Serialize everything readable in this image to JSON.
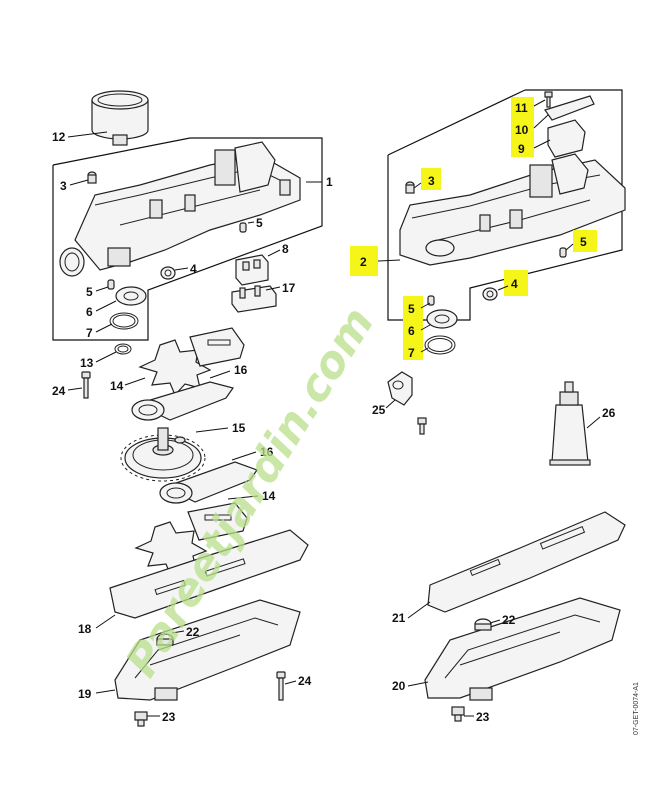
{
  "watermark": {
    "text": "Pareetjardin.com",
    "colors": {
      "green": "#b9e08a",
      "orange": "#f5b041"
    }
  },
  "doc_id": "07-GET-0074-A1",
  "highlight_color": "#f6f51a",
  "callouts": {
    "c1": "1",
    "c2": "2",
    "c3a": "3",
    "c3b": "3",
    "c4a": "4",
    "c4b": "4",
    "c5a": "5",
    "c5b": "5",
    "c5c": "5",
    "c5d": "5",
    "c6a": "6",
    "c6b": "6",
    "c7a": "7",
    "c7b": "7",
    "c8": "8",
    "c9": "9",
    "c10": "10",
    "c11": "11",
    "c12": "12",
    "c13": "13",
    "c14a": "14",
    "c14b": "14",
    "c15": "15",
    "c16a": "16",
    "c16b": "16",
    "c17": "17",
    "c18": "18",
    "c19": "19",
    "c20": "20",
    "c21": "21",
    "c22a": "22",
    "c22b": "22",
    "c23a": "23",
    "c23b": "23",
    "c24a": "24",
    "c24b": "24",
    "c25": "25",
    "c26": "26"
  }
}
